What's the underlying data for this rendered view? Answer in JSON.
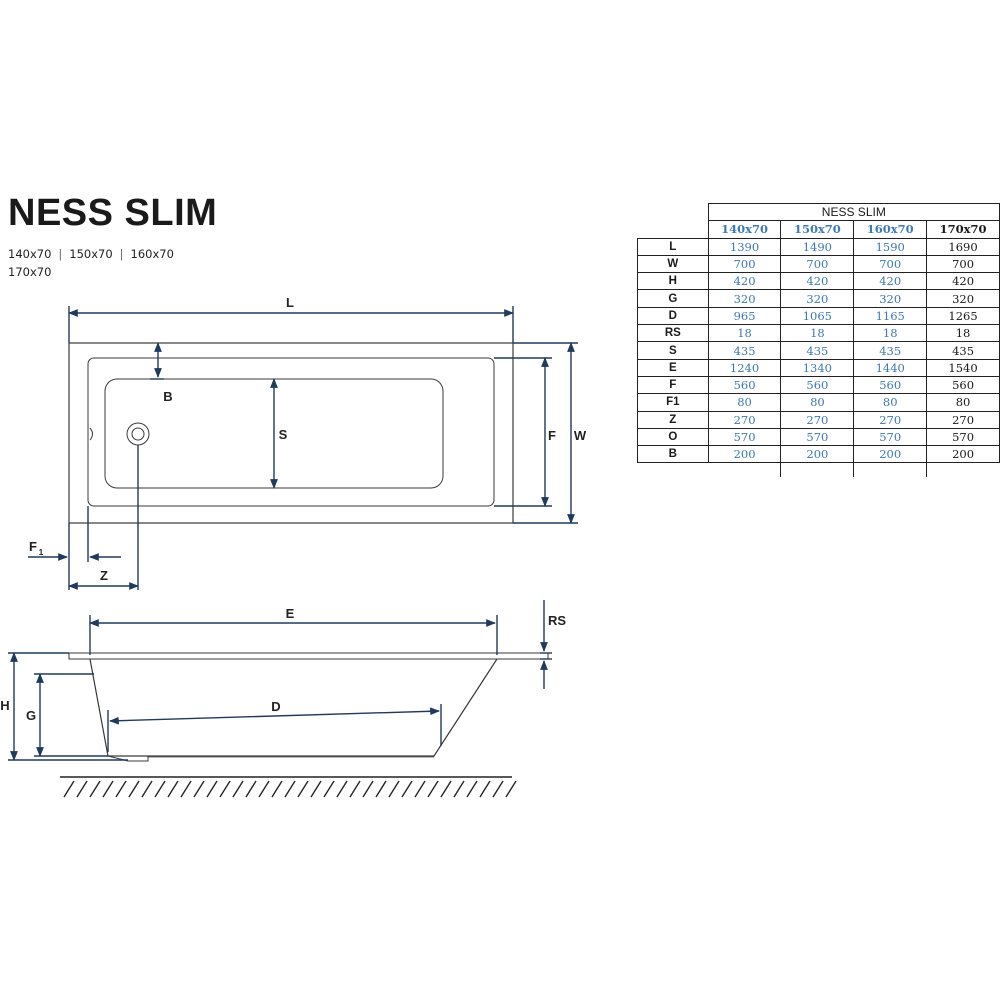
{
  "title": "NESS SLIM",
  "sizes": [
    "140x70",
    "150x70",
    "160x70",
    "170x70"
  ],
  "dimension_labels": {
    "L": "L",
    "B": "B",
    "S": "S",
    "F": "F",
    "W": "W",
    "F1_main": "F",
    "F1_sub": "1",
    "Z": "Z",
    "E": "E",
    "RS": "RS",
    "H": "H",
    "G": "G",
    "D": "D"
  },
  "table": {
    "name": "NESS SLIM",
    "columns": [
      "140x70",
      "150x70",
      "160x70",
      "170x70"
    ],
    "rows": [
      {
        "param": "L",
        "values": [
          "1390",
          "1490",
          "1590",
          "1690"
        ]
      },
      {
        "param": "W",
        "values": [
          "700",
          "700",
          "700",
          "700"
        ]
      },
      {
        "param": "H",
        "values": [
          "420",
          "420",
          "420",
          "420"
        ]
      },
      {
        "param": "G",
        "values": [
          "320",
          "320",
          "320",
          "320"
        ]
      },
      {
        "param": "D",
        "values": [
          "965",
          "1065",
          "1165",
          "1265"
        ]
      },
      {
        "param": "RS",
        "values": [
          "18",
          "18",
          "18",
          "18"
        ]
      },
      {
        "param": "S",
        "values": [
          "435",
          "435",
          "435",
          "435"
        ]
      },
      {
        "param": "E",
        "values": [
          "1240",
          "1340",
          "1440",
          "1540"
        ]
      },
      {
        "param": "F",
        "values": [
          "560",
          "560",
          "560",
          "560"
        ]
      },
      {
        "param": "F1",
        "values": [
          "80",
          "80",
          "80",
          "80"
        ]
      },
      {
        "param": "Z",
        "values": [
          "270",
          "270",
          "270",
          "270"
        ]
      },
      {
        "param": "O",
        "values": [
          "570",
          "570",
          "570",
          "570"
        ]
      },
      {
        "param": "B",
        "values": [
          "200",
          "200",
          "200",
          "200"
        ]
      }
    ]
  },
  "colors": {
    "dimension_line": "#1f3a5c",
    "outline": "#3a3a3a",
    "table_blue": "#3d7ab6"
  }
}
